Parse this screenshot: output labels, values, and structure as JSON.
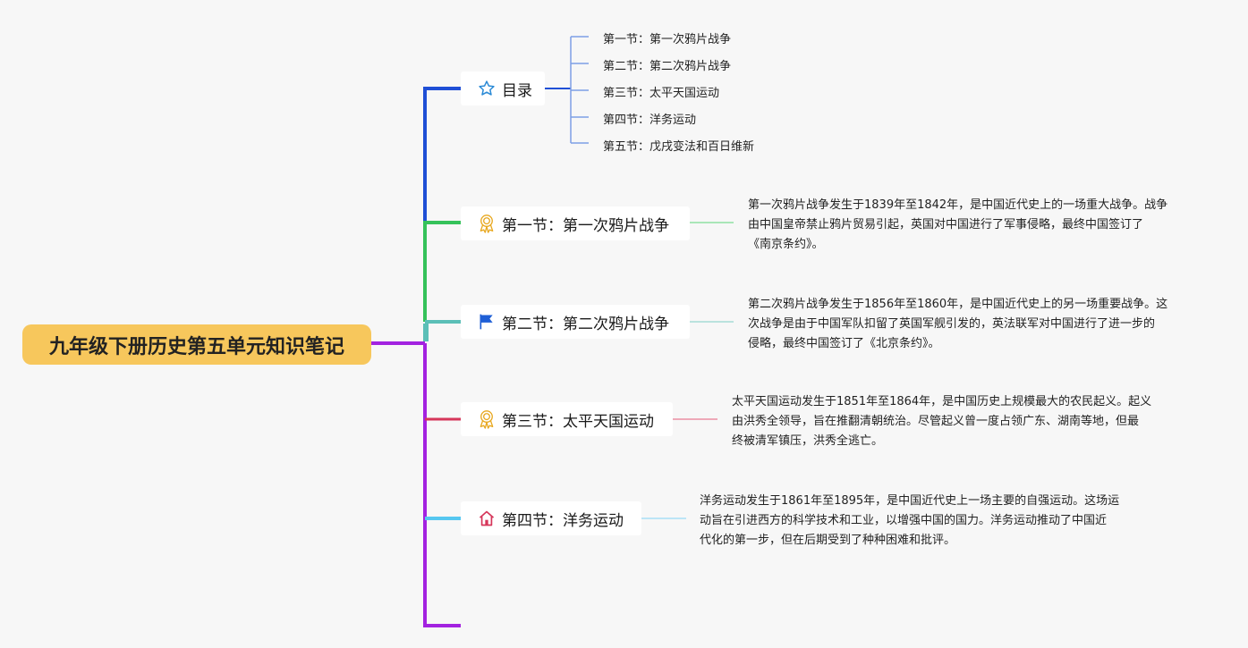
{
  "root": {
    "label": "九年级下册历史第五单元知识笔记"
  },
  "colors": {
    "branch_toc": "#1f4fd6",
    "branch_s1": "#35c25a",
    "branch_s2": "#5bbfb7",
    "branch_s3": "#d6365a",
    "branch_s4": "#56c7f0",
    "trunk_lower": "#a322e0",
    "toc_sub": "#7d9fe6"
  },
  "toc": {
    "label": "目录",
    "icon": "star-outline-icon",
    "items": [
      "第一节：第一次鸦片战争",
      "第二节：第二次鸦片战争",
      "第三节：太平天国运动",
      "第四节：洋务运动",
      "第五节：戊戌变法和百日维新"
    ]
  },
  "sections": [
    {
      "label": "第一节：第一次鸦片战争",
      "icon": "award-ribbon-icon",
      "lines": [
        "第一次鸦片战争发生于1839年至1842年，是中国近代史上的一场重大战争。战争",
        "由中国皇帝禁止鸦片贸易引起，英国对中国进行了军事侵略，最终中国签订了",
        "《南京条约》。"
      ]
    },
    {
      "label": "第二节：第二次鸦片战争",
      "icon": "flag-icon",
      "lines": [
        "第二次鸦片战争发生于1856年至1860年，是中国近代史上的另一场重要战争。这",
        "次战争是由于中国军队扣留了英国军舰引发的，英法联军对中国进行了进一步的",
        "侵略，最终中国签订了《北京条约》。"
      ]
    },
    {
      "label": "第三节：太平天国运动",
      "icon": "award-ribbon-icon",
      "lines": [
        "太平天国运动发生于1851年至1864年，是中国历史上规模最大的农民起义。起义",
        "由洪秀全领导，旨在推翻清朝统治。尽管起义曾一度占领广东、湖南等地，但最",
        "终被清军镇压，洪秀全逃亡。"
      ]
    },
    {
      "label": "第四节：洋务运动",
      "icon": "house-icon",
      "lines": [
        "洋务运动发生于1861年至1895年，是中国近代史上一场主要的自强运动。这场运",
        "动旨在引进西方的科学技术和工业，以增强中国的国力。洋务运动推动了中国近",
        "代化的第一步，但在后期受到了种种困难和批评。"
      ]
    }
  ]
}
